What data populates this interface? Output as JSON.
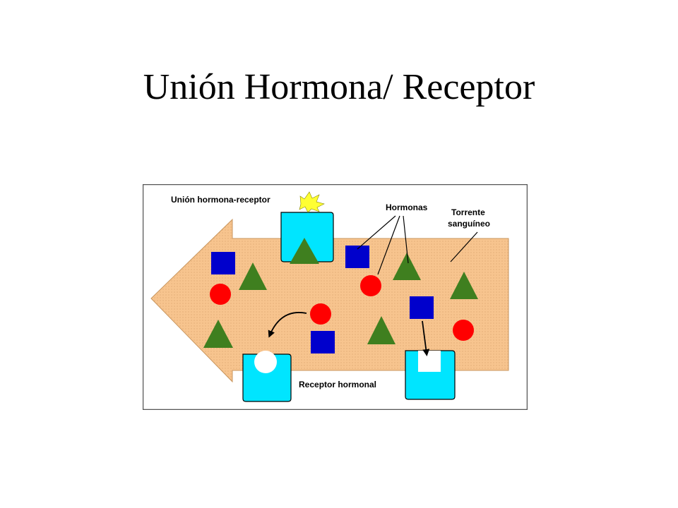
{
  "slide": {
    "title": "Unión Hormona/ Receptor"
  },
  "diagram": {
    "labels": {
      "binding": "Unión hormona-receptor",
      "hormones": "Hormonas",
      "bloodstream_line1": "Torrente",
      "bloodstream_line2": "sanguíneo",
      "receptor": "Receptor hormonal"
    },
    "colors": {
      "bloodstream_fill": "#f7c48e",
      "receptor_fill": "#00e5ff",
      "hormone_square": "#0000cc",
      "hormone_circle": "#ff0000",
      "hormone_triangle": "#3f7f1f",
      "binding_burst": "#ffff33",
      "frame_border": "#555555"
    }
  }
}
